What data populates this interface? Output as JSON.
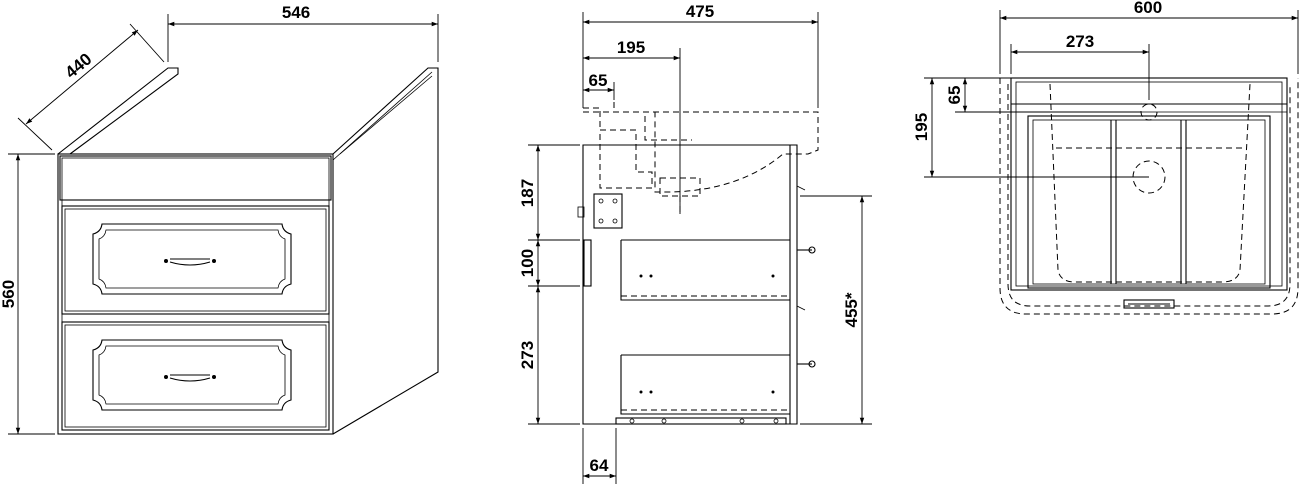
{
  "views": {
    "perspective": {
      "width_label": "546",
      "depth_label": "440",
      "height_label": "560"
    },
    "side": {
      "depth_label": "475",
      "drain_offset_label": "195",
      "waste_offset_label": "65",
      "top_section_label": "187",
      "rail_label": "100",
      "drawer_label": "273",
      "drawer_height_label": "455*",
      "toe_label": "64"
    },
    "top": {
      "width_label": "600",
      "drain_x_label": "273",
      "overflow_y_label": "65",
      "drain_y_label": "195"
    }
  },
  "colors": {
    "line": "#000000",
    "background": "#ffffff"
  }
}
